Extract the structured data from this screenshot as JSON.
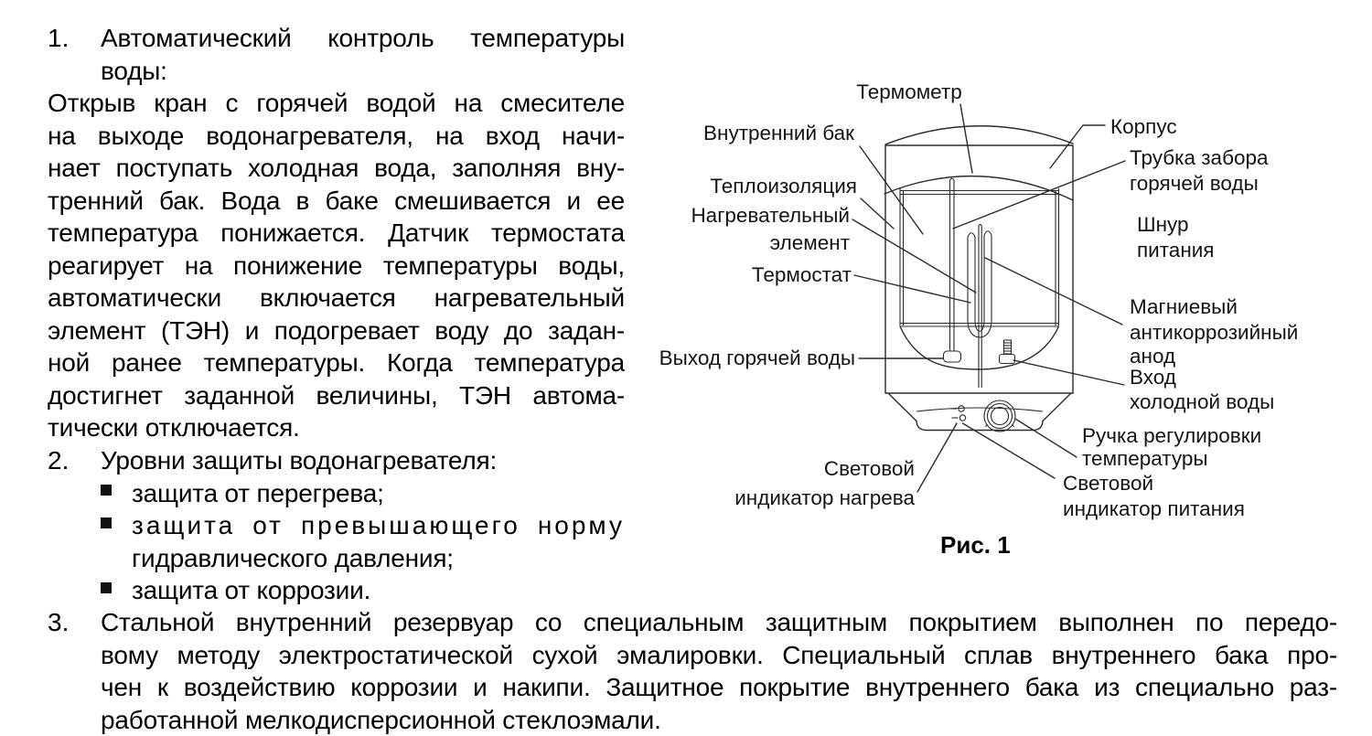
{
  "content": {
    "item1": {
      "num": "1.",
      "heading": [
        "Автоматический контроль температуры",
        "воды:"
      ],
      "body": [
        "Открыв кран с горячей водой на смесителе",
        "на выходе водонагревателя, на вход начи-",
        "нает поступать холодная вода, заполняя вну-",
        "тренний бак. Вода в баке смешивается и ее",
        "температура понижается. Датчик термостата",
        "реагирует на понижение температуры воды,",
        "автоматически включается нагревательный",
        "элемент (ТЭН) и подогревает воду до задан-",
        "ной ранее температуры. Когда температура",
        "достигнет заданной величины, ТЭН автома-",
        "тически отключается."
      ]
    },
    "item2": {
      "num": "2.",
      "heading": "Уровни защиты водонагревателя:",
      "bullets": [
        {
          "lines": [
            "защита от перегрева;"
          ]
        },
        {
          "lines": [
            "защита от превышающего норму",
            "гидравлического давления;"
          ]
        },
        {
          "lines": [
            "защита от коррозии."
          ]
        }
      ]
    },
    "item3": {
      "num": "3.",
      "lines": [
        "Стальной внутренний резервуар со специальным защитным покрытием выполнен по передо-",
        "вому методу электростатической сухой эмалировки. Специальный сплав внутреннего бака про-",
        "чен к воздействию коррозии и накипи. Защитное покрытие внутреннего бака из специально раз-",
        "работанной мелкодисперсионной стеклоэмали."
      ]
    }
  },
  "figure": {
    "caption": "Рис. 1",
    "labels": {
      "thermometer": "Термометр",
      "housing": "Корпус",
      "inner_tank": "Внутренний бак",
      "intake_tube_l1": "Трубка забора",
      "intake_tube_l2": "горячей воды",
      "insulation": "Теплоизоляция",
      "power_cord_l1": "Шнур",
      "power_cord_l2": "питания",
      "heating_element_l1": "Нагревательный",
      "heating_element_l2": "элемент",
      "thermostat": "Термостат",
      "anode_l1": "Магниевый",
      "anode_l2": "антикоррозийный",
      "anode_l3": "анод",
      "hot_water_outlet": "Выход горячей воды",
      "cold_inlet_l1": "Вход",
      "cold_inlet_l2": "холодной воды",
      "temp_knob_l1": "Ручка регулировки",
      "temp_knob_l2": "температуры",
      "heat_indicator_l1": "Световой",
      "heat_indicator_l2": "индикатор нагрева",
      "power_indicator_l1": "Световой",
      "power_indicator_l2": "индикатор питания"
    }
  }
}
